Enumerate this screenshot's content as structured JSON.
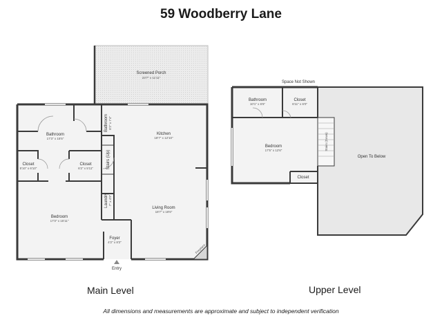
{
  "title": "59 Woodberry Lane",
  "levels": {
    "main": "Main Level",
    "upper": "Upper Level"
  },
  "disclaimer": "All dimensions and measurements are approximate and subject to independent verification",
  "rooms": {
    "screened_porch": {
      "name": "Screened Porch",
      "dims": "23'7\" x 11'11\""
    },
    "bathroom_main": {
      "name": "Bathroom",
      "dims": "17'3\" x 15'5\""
    },
    "bathroom_small": {
      "name": "Bathroom",
      "dims": "8'2\" x 7'4\""
    },
    "kitchen": {
      "name": "Kitchen",
      "dims": "18'7\" x 12'10\""
    },
    "closet_left": {
      "name": "Closet",
      "dims": "5'10\" x 6'10\""
    },
    "closet_mid": {
      "name": "Closet",
      "dims": "6'2\" x 5'11\""
    },
    "stairs_up": {
      "name": "Stairs (Up)"
    },
    "laundry": {
      "name": "Laundry",
      "dims": "7'' x 4'9\""
    },
    "bedroom_main": {
      "name": "Bedroom",
      "dims": "17'3\" x 15'11\""
    },
    "living_room": {
      "name": "Living Room",
      "dims": "18'7\" x 18'6\""
    },
    "foyer": {
      "name": "Foyer",
      "dims": "4'2\" x 8'2\""
    },
    "fireplace": {
      "name": "Fireplace"
    },
    "entry": {
      "name": "Entry"
    },
    "space_not_shown": {
      "name": "Space Not Shown"
    },
    "bathroom_upper": {
      "name": "Bathroom",
      "dims": "10'1\" x 6'6\""
    },
    "closet_upper": {
      "name": "Closet",
      "dims": "6'11\" x 6'0\""
    },
    "bedroom_upper": {
      "name": "Bedroom",
      "dims": "17'5\" x 12'6\""
    },
    "stairs_down": {
      "name": "Stairs (Down)"
    },
    "open_to_below": {
      "name": "Open To Below"
    },
    "closet_upper_small": {
      "name": "Closet"
    }
  }
}
